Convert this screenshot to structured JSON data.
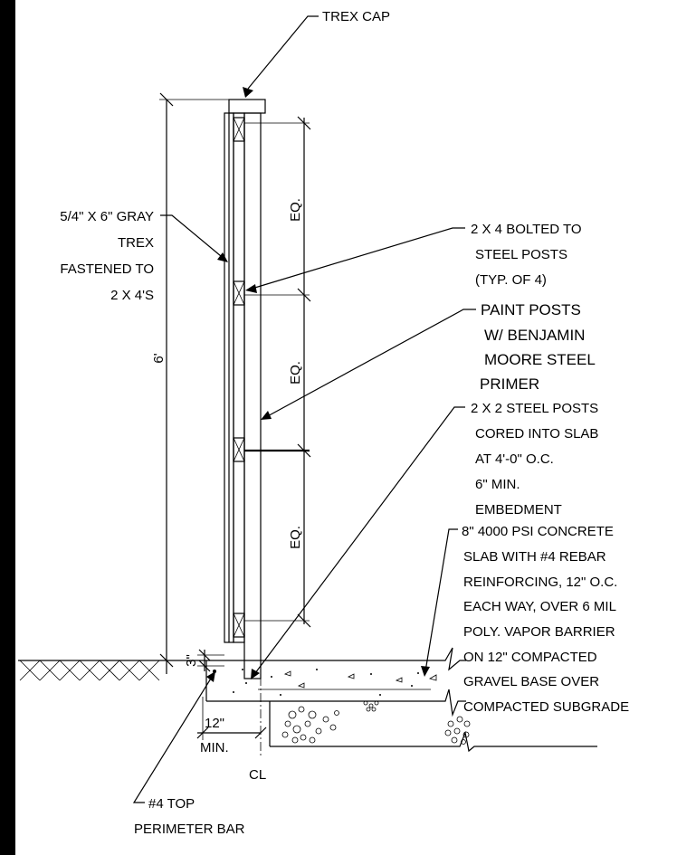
{
  "labels": {
    "trex_cap": "TREX CAP",
    "gray_trex": [
      "5/4\" X 6\" GRAY",
      "TREX",
      "FASTENED TO",
      "2 X 4'S"
    ],
    "bolted": [
      "2 X 4 BOLTED TO",
      "STEEL POSTS",
      "(TYP. OF 4)"
    ],
    "paint": [
      "PAINT POSTS",
      "W/ BENJAMIN",
      "MOORE STEEL",
      "PRIMER"
    ],
    "steel_posts": [
      "2 X 2 STEEL POSTS",
      "CORED INTO SLAB",
      "AT 4'-0\" O.C.",
      "6\" MIN.",
      "EMBEDMENT"
    ],
    "slab": [
      "8\" 4000 PSI CONCRETE",
      "SLAB WITH #4 REBAR",
      "REINFORCING, 12\" O.C.",
      "EACH WAY, OVER 6 MIL",
      "POLY. VAPOR BARRIER",
      "ON 12\" COMPACTED",
      "GRAVEL BASE OVER",
      "COMPACTED SUBGRADE"
    ],
    "perimeter_bar": [
      "#4 TOP",
      "PERIMETER BAR"
    ],
    "height_dim": "6'",
    "eq": [
      "EQ.",
      "EQ.",
      "EQ."
    ],
    "dim_3in": "3\"",
    "dim_12in": "12\"",
    "dim_min": "MIN.",
    "centerline": "CL"
  }
}
